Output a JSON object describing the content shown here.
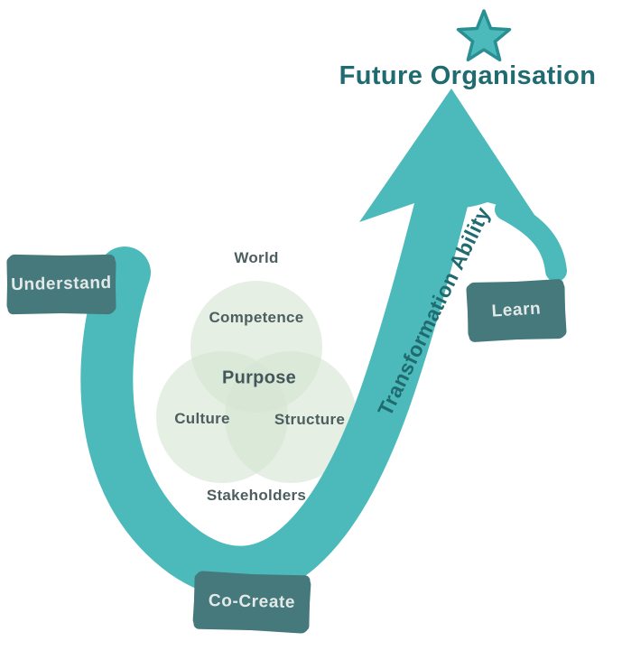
{
  "title": "Future Organisation",
  "arrow_label": "Transformation Ability",
  "venn": {
    "outer_top": "World",
    "top_circle": "Competence",
    "center": "Purpose",
    "left_circle": "Culture",
    "right_circle": "Structure",
    "outer_bottom": "Stakeholders"
  },
  "stage_boxes": {
    "understand": "Understand",
    "co_create": "Co-Create",
    "learn": "Learn"
  },
  "icons": {
    "star": "star-icon"
  },
  "colors": {
    "arrow": "#4cbaba",
    "box": "#45797c",
    "box_text": "#e3e9e9",
    "title": "#1f6b70",
    "label_text": "#4d5e61",
    "venn_fill": "#d3e4d2",
    "star_fill": "#4cbaba",
    "star_stroke": "#2a8f93"
  }
}
